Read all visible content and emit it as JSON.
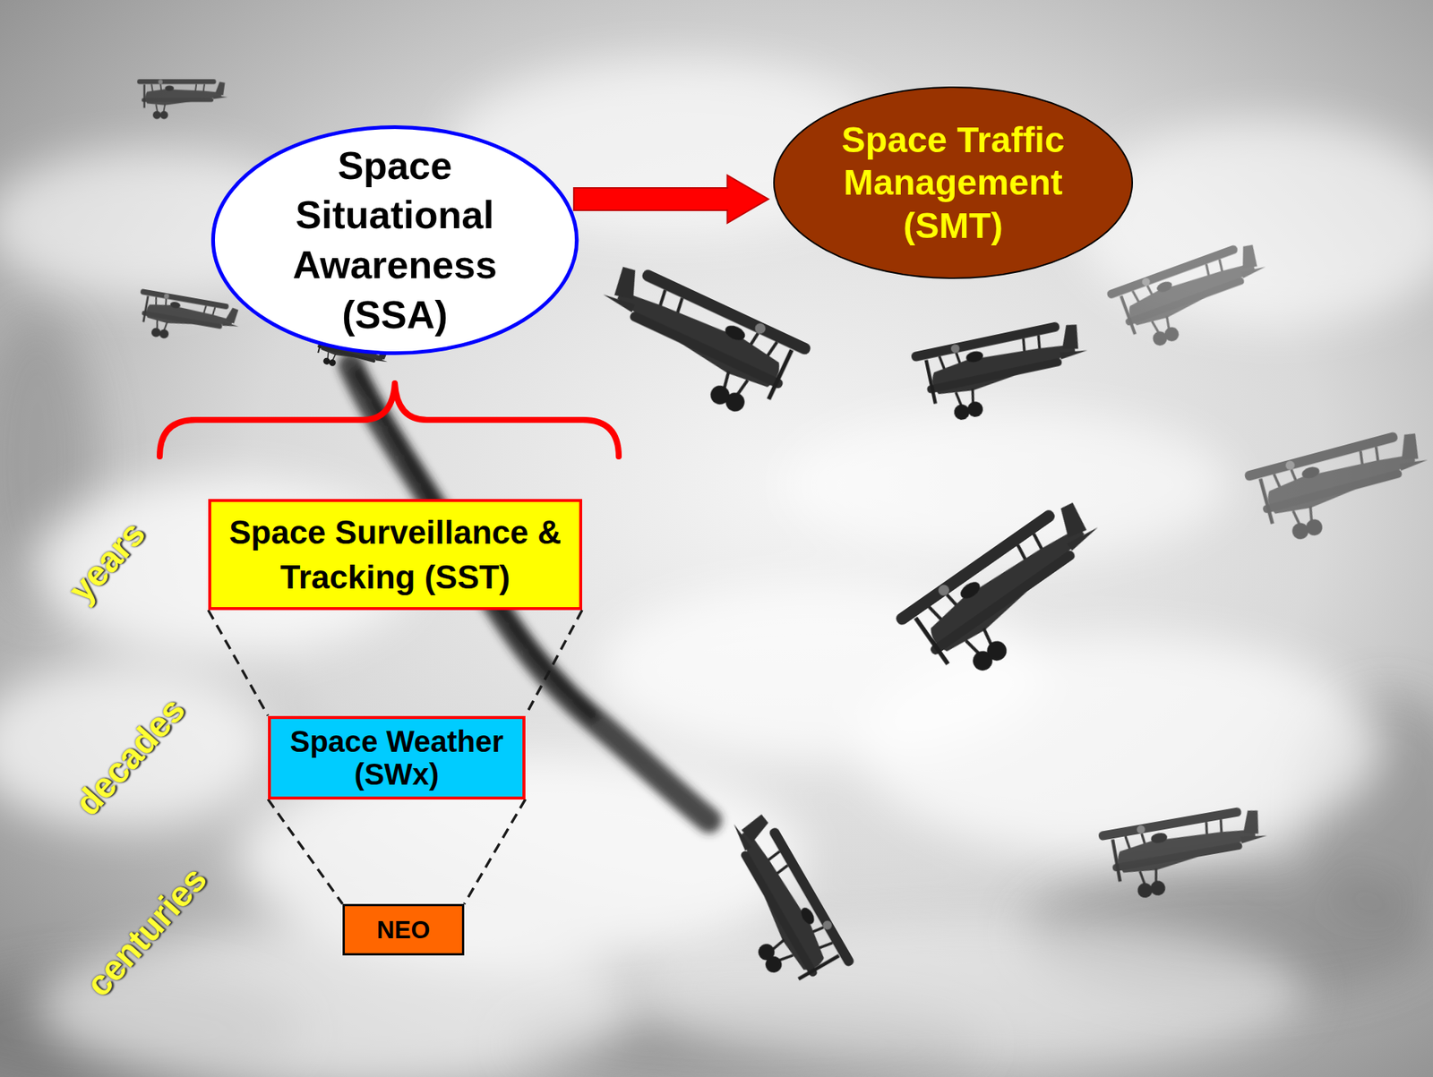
{
  "diagram": {
    "nodes": [
      {
        "text": [
          "Space Situational Awareness (SSA)"
        ]
      },
      {
        "text": [
          "Space Traffic Management (SMT)"
        ]
      },
      {
        "text": [
          "Space Surveillance & Tracking (SST)"
        ]
      },
      {
        "text": [
          "Space Weather (SWx)"
        ]
      },
      {
        "text": [
          "NEO"
        ]
      }
    ],
    "edges": [
      {
        "from": 0,
        "to": 1,
        "arrow": "to"
      },
      {
        "from": 2,
        "to": 3,
        "arrow": "none"
      },
      {
        "from": 2,
        "to": 3,
        "arrow": "none"
      },
      {
        "from": 3,
        "to": 4,
        "arrow": "none"
      },
      {
        "from": 3,
        "to": 4,
        "arrow": "none"
      }
    ],
    "labels": [
      "years",
      "decades",
      "centuries"
    ]
  }
}
